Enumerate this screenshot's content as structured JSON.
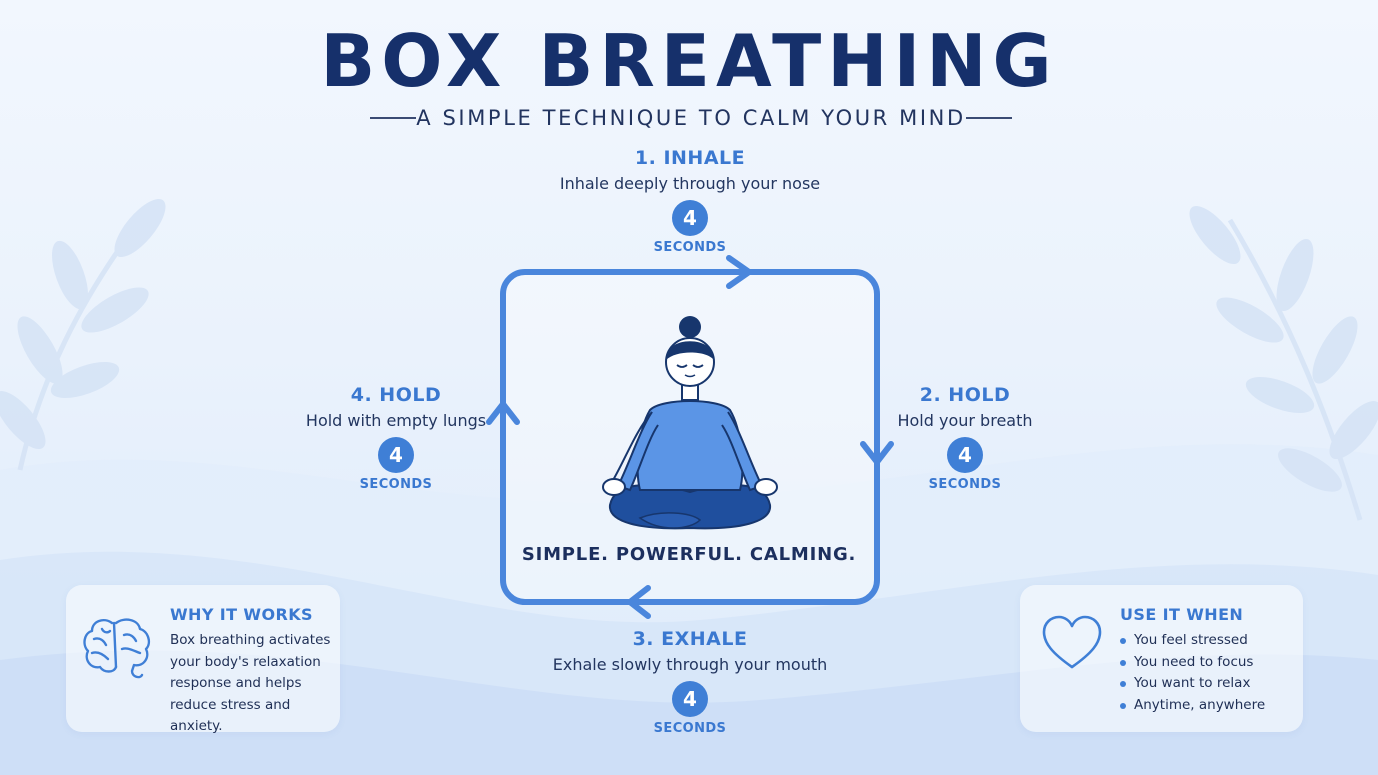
{
  "header": {
    "title": "BOX BREATHING",
    "subtitle": "A SIMPLE TECHNIQUE TO CALM YOUR MIND"
  },
  "steps": [
    {
      "name": "1. INHALE",
      "description": "Inhale deeply through your nose",
      "count": "4",
      "unit": "SECONDS"
    },
    {
      "name": "2. HOLD",
      "description": "Hold your breath",
      "count": "4",
      "unit": "SECONDS"
    },
    {
      "name": "3. EXHALE",
      "description": "Exhale slowly through your mouth",
      "count": "4",
      "unit": "SECONDS"
    },
    {
      "name": "4. HOLD",
      "description": "Hold with empty lungs",
      "count": "4",
      "unit": "SECONDS"
    }
  ],
  "center": {
    "tagline": "SIMPLE. POWERFUL. CALMING."
  },
  "why_card": {
    "title": "WHY IT WORKS",
    "lines": [
      "Box breathing activates",
      "your body's relaxation",
      "response and helps",
      "reduce stress and anxiety."
    ],
    "icon": "brain-icon"
  },
  "when_card": {
    "title": "USE IT WHEN",
    "items": [
      "You feel stressed",
      "You need to focus",
      "You want to relax",
      "Anytime, anywhere"
    ],
    "icon": "heart-icon"
  },
  "colors": {
    "accent": "#3f7fd6",
    "navy": "#16306b",
    "figure_top": "#5b95e6",
    "figure_legs": "#1f4f9e"
  }
}
